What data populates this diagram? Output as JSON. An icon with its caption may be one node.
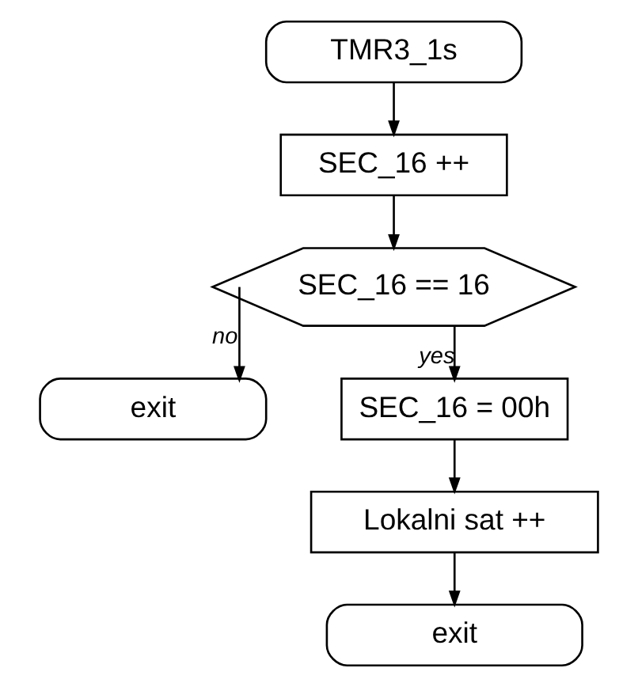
{
  "diagram": {
    "nodes": [
      {
        "text": [
          "TMR3_1s"
        ]
      },
      {
        "text": [
          "SEC_16 ++"
        ]
      },
      {
        "text": [
          "SEC_16 == 16"
        ]
      },
      {
        "text": [
          "exit"
        ]
      },
      {
        "text": [
          "SEC_16 = 00h"
        ]
      },
      {
        "text": [
          "Lokalni sat ++"
        ]
      },
      {
        "text": [
          "exit"
        ]
      }
    ],
    "edges": [
      {
        "from": 0,
        "to": 1,
        "arrow": "to"
      },
      {
        "from": 1,
        "to": 2,
        "arrow": "to"
      },
      {
        "from": 2,
        "to": 3,
        "arrow": "to",
        "label": "no"
      },
      {
        "from": 2,
        "to": 4,
        "arrow": "to",
        "label": "yes"
      },
      {
        "from": 4,
        "to": 5,
        "arrow": "to"
      },
      {
        "from": 5,
        "to": 6,
        "arrow": "to"
      }
    ]
  }
}
